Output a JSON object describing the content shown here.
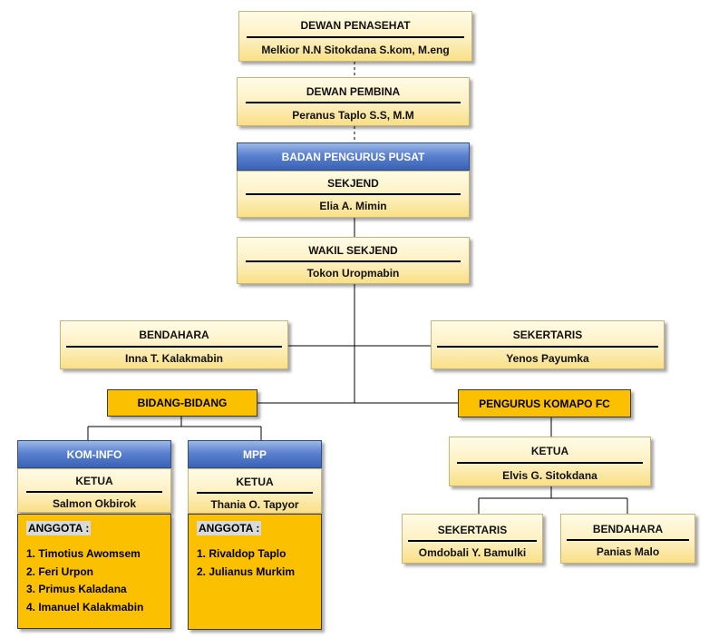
{
  "dewan_penasehat": {
    "title": "DEWAN PENASEHAT",
    "name": "Melkior N.N Sitokdana S.kom, M.eng"
  },
  "dewan_pembina": {
    "title": "DEWAN PEMBINA",
    "name": "Peranus Taplo S.S, M.M"
  },
  "badan_pengurus_pusat": "BADAN PENGURUS PUSAT",
  "sekjend": {
    "title": "SEKJEND",
    "name": "Elia A. Mimin"
  },
  "wakil_sekjend": {
    "title": "WAKIL SEKJEND",
    "name": "Tokon Uropmabin"
  },
  "bendahara": {
    "title": "BENDAHARA",
    "name": "Inna T. Kalakmabin"
  },
  "sekertaris": {
    "title": "SEKERTARIS",
    "name": "Yenos Payumka"
  },
  "bidang_bidang": "BIDANG-BIDANG",
  "pengurus_komapo": "PENGURUS KOMAPO FC",
  "kom_info": {
    "title": "KOM-INFO",
    "ketua_label": "KETUA",
    "ketua_name": "Salmon Okbirok",
    "anggota_label": "ANGGOTA :",
    "members": [
      "1. Timotius Awomsem",
      "2. Feri Urpon",
      "3. Primus Kaladana",
      "4. Imanuel Kalakmabin"
    ]
  },
  "mpp": {
    "title": "MPP",
    "ketua_label": "KETUA",
    "ketua_name": "Thania O. Tapyor",
    "anggota_label": "ANGGOTA :",
    "members": [
      "1. Rivaldop Taplo",
      "2. Julianus Murkim"
    ]
  },
  "komapo_ketua": {
    "title": "KETUA",
    "name": "Elvis G. Sitokdana"
  },
  "komapo_sekertaris": {
    "title": "SEKERTARIS",
    "name": "Omdobali Y. Bamulki"
  },
  "komapo_bendahara": {
    "title": "BENDAHARA",
    "name": "Panias Malo"
  }
}
